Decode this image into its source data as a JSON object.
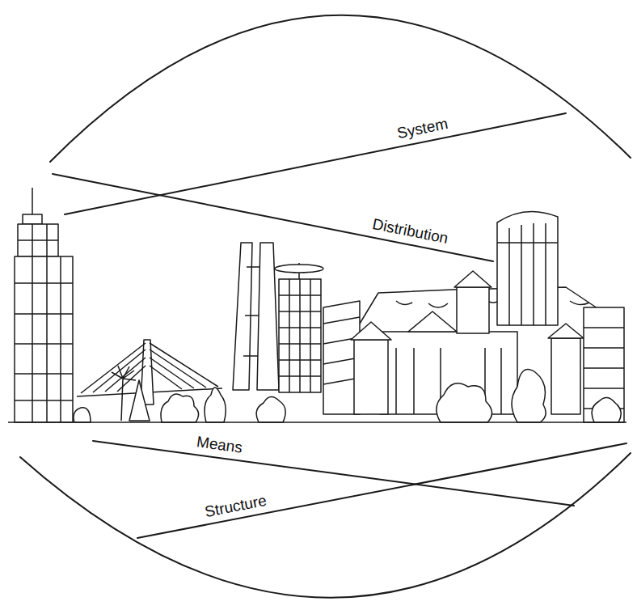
{
  "diagram": {
    "labels": [
      "System",
      "Distribution",
      "Means",
      "Structure"
    ]
  }
}
